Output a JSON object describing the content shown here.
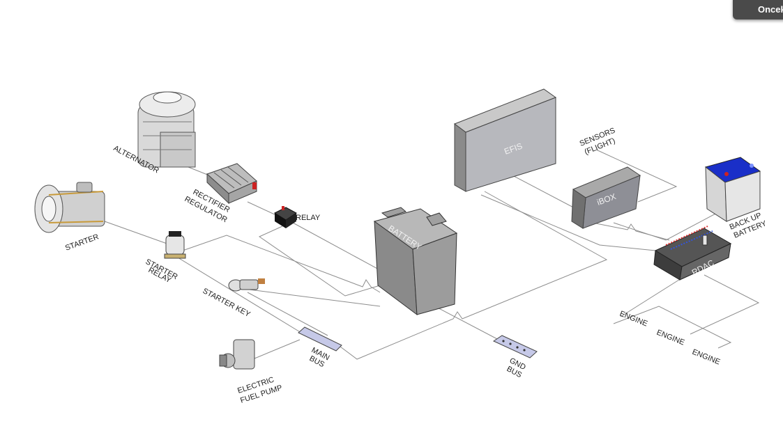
{
  "nav": {
    "button_label": "Oncek"
  },
  "diagram": {
    "labels": {
      "alternator": "ALTERNATOR",
      "rectifier_line1": "RECTIFIER",
      "rectifier_line2": "REGULATOR",
      "starter": "STARTER",
      "starter_relay_line1": "STARTER",
      "starter_relay_line2": "RELAY",
      "starter_key": "STARTER KEY",
      "relay": "RELAY",
      "battery": "BATTERY",
      "main_bus_line1": "MAIN",
      "main_bus_line2": "BUS",
      "fuel_pump_line1": "ELECTRIC",
      "fuel_pump_line2": "FUEL PUMP",
      "gnd_bus_line1": "GND",
      "gnd_bus_line2": "BUS",
      "efis": "EFIS",
      "sensors_line1": "SENSORS",
      "sensors_line2": "(FLIGHT)",
      "ibox": "iBOX",
      "backup_line1": "BACK UP",
      "backup_line2": "BATTERY",
      "rdac": "RDAC",
      "engine_1": "ENGINE",
      "engine_2": "ENGINE",
      "engine_3": "ENGINE"
    },
    "colors": {
      "wire": "#8c8c8c",
      "box": "#9a9a9a",
      "backup_cap": "#1a2fc8",
      "relay_red": "#cc2222"
    }
  }
}
